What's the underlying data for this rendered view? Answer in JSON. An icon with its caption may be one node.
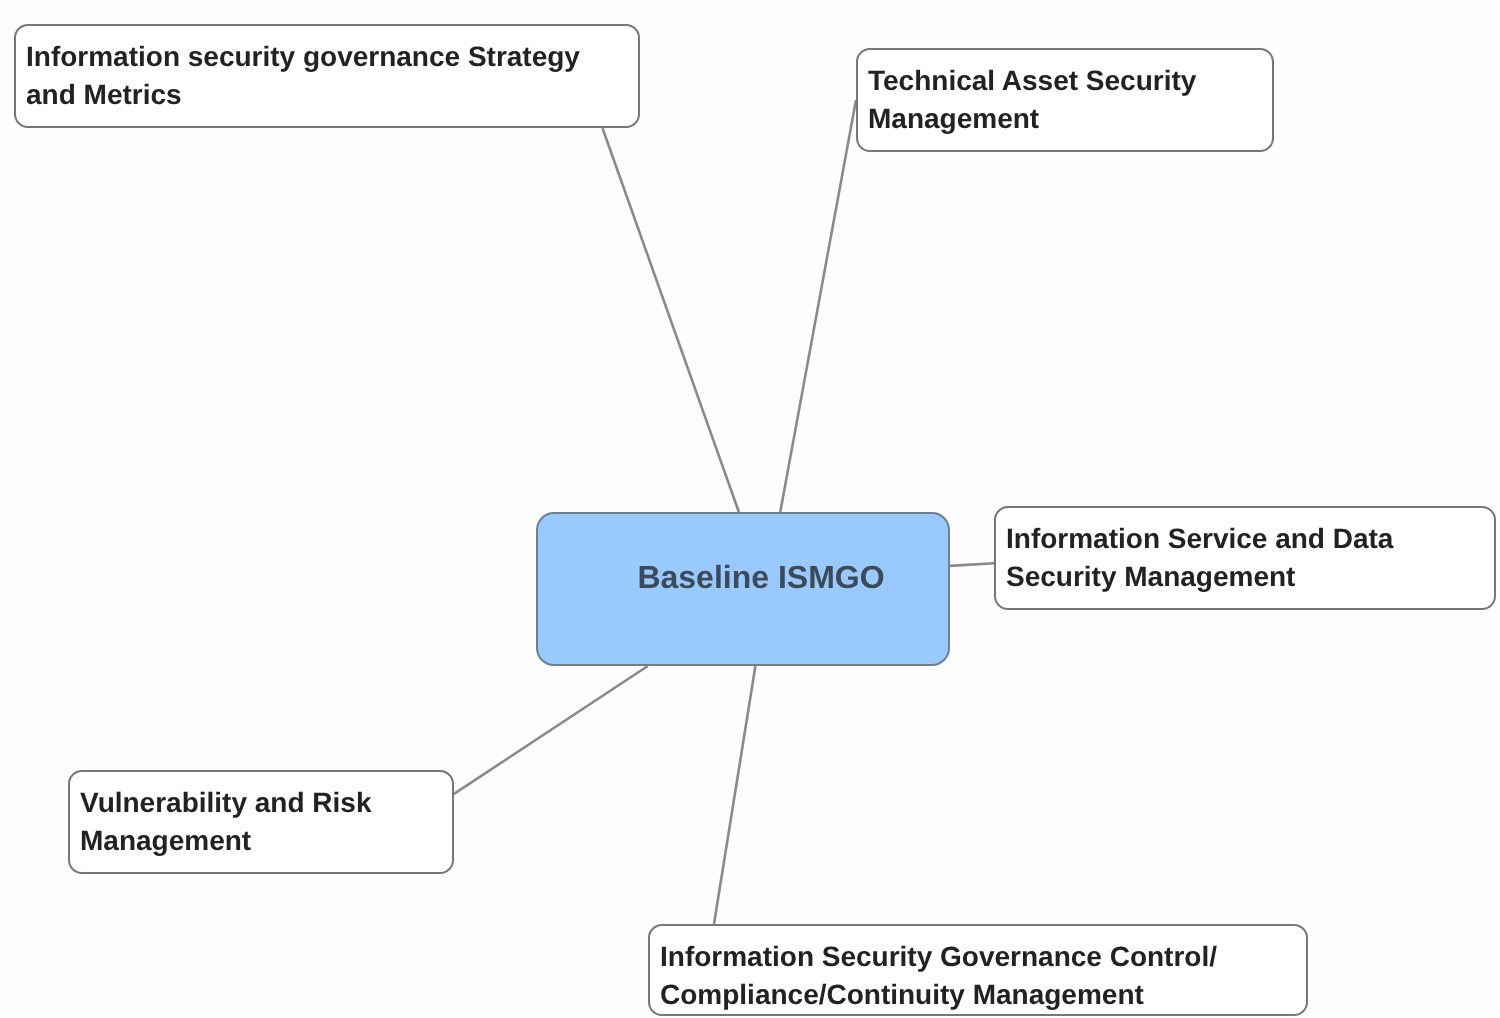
{
  "diagram": {
    "nodes": [
      {
        "text": [
          "Baseline ISMGO"
        ]
      },
      {
        "text": [
          "Information security governance Strategy and Metrics"
        ]
      },
      {
        "text": [
          "Technical Asset Security Management"
        ]
      },
      {
        "text": [
          "Information Service and Data Security Management"
        ]
      },
      {
        "text": [
          "Vulnerability and Risk Management"
        ]
      },
      {
        "text": [
          "Information Security Governance Control/ Compliance/Continuity Management"
        ]
      }
    ],
    "edges": [
      {
        "from": 0,
        "to": 1,
        "arrow": "none"
      },
      {
        "from": 0,
        "to": 2,
        "arrow": "none"
      },
      {
        "from": 0,
        "to": 3,
        "arrow": "none"
      },
      {
        "from": 0,
        "to": 4,
        "arrow": "none"
      },
      {
        "from": 0,
        "to": 5,
        "arrow": "none"
      }
    ]
  }
}
